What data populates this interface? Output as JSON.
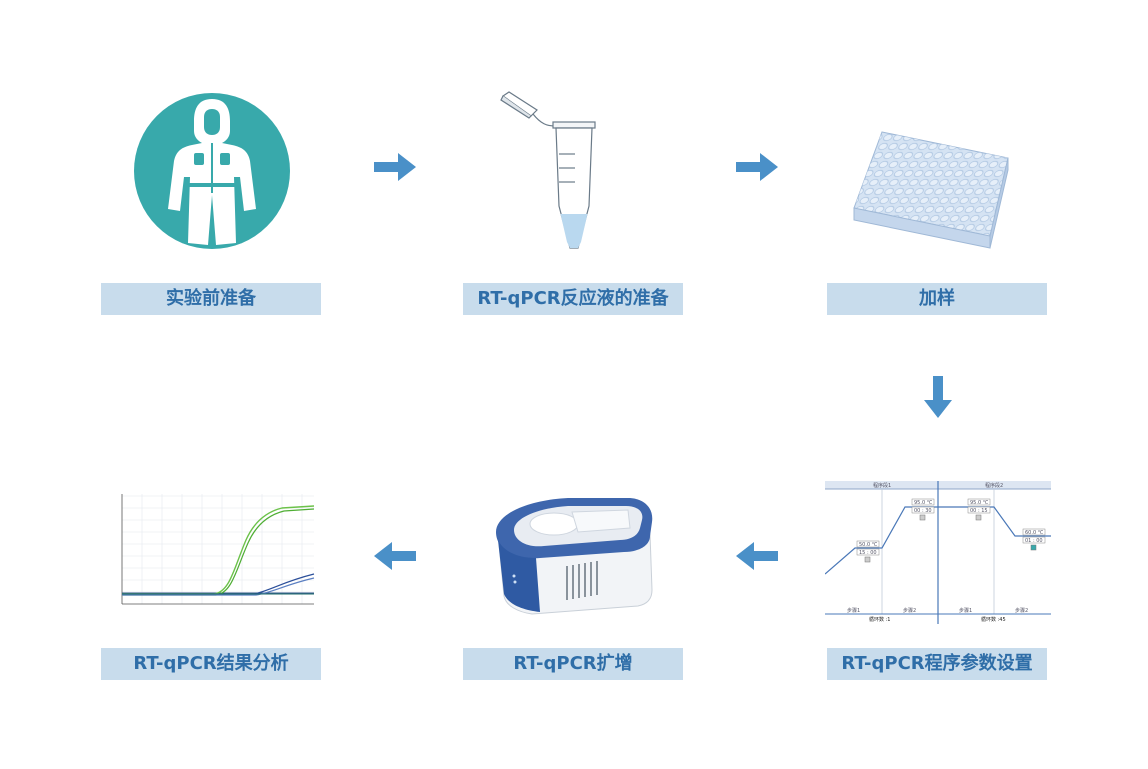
{
  "steps": [
    {
      "label": "实验前准备",
      "icon": "protective-suit-icon"
    },
    {
      "label": "RT-qPCR反应液的准备",
      "icon": "pcr-tube-icon"
    },
    {
      "label": "加样",
      "icon": "well-plate-icon"
    },
    {
      "label": "RT-qPCR程序参数设置",
      "icon": "program-graph-icon"
    },
    {
      "label": "RT-qPCR扩增",
      "icon": "thermocycler-icon"
    },
    {
      "label": "RT-qPCR结果分析",
      "icon": "amplification-curve-icon"
    }
  ],
  "program": {
    "stage1": "程序段1",
    "stage2": "程序段2",
    "hold1_temp": "50.0 ℃",
    "hold1_time": "15 : 00",
    "hold2_temp": "95.0 ℃",
    "hold2_time": "00 : 30",
    "cyc1_temp": "95.0 ℃",
    "cyc1_time": "00 : 15",
    "cyc2_temp": "60.0 ℃",
    "cyc2_time": "01 : 00",
    "step_a": "步骤1",
    "step_b": "步骤2",
    "step_c": "步骤1",
    "step_d": "步骤2",
    "cycles1": "循环数 :1",
    "cycles2": "循环数 :45"
  },
  "colors": {
    "accent": "#4a90c8",
    "teal": "#38a9ab",
    "label_bg": "#c8dcec",
    "label_text": "#2f6ea8"
  }
}
